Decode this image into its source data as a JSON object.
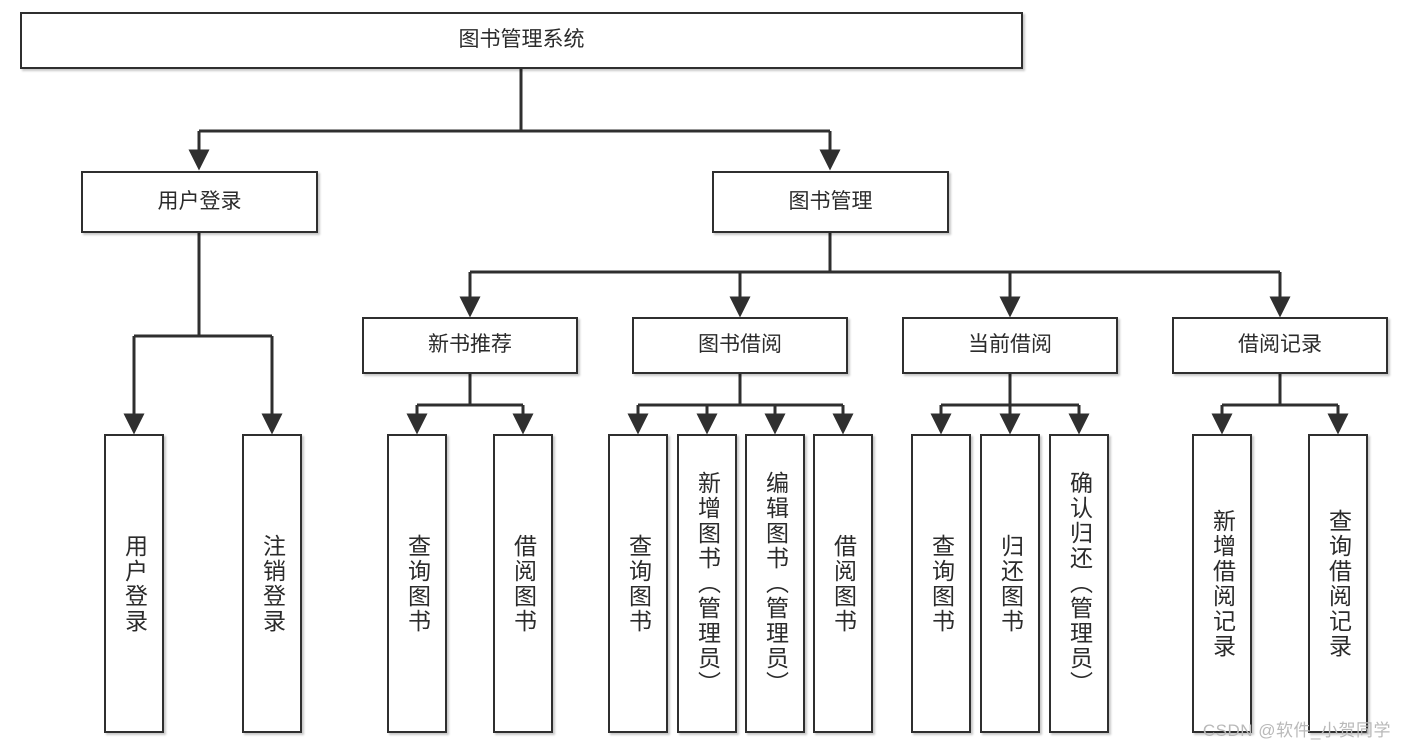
{
  "diagram": {
    "title": "图书管理系统",
    "watermark": "CSDN @软件_小贺同学",
    "colors": {
      "border": "#2f2f2f",
      "background": "#ffffff",
      "text": "#2b2b2b",
      "edge": "#2f2f2f",
      "watermark": "#b9b9b9"
    },
    "root": {
      "label": "图书管理系统"
    },
    "level2": [
      {
        "label": "用户登录"
      },
      {
        "label": "图书管理"
      }
    ],
    "level3": [
      {
        "label": "新书推荐"
      },
      {
        "label": "图书借阅"
      },
      {
        "label": "当前借阅"
      },
      {
        "label": "借阅记录"
      }
    ],
    "leaves": {
      "user_login": [
        {
          "label": "用户登录"
        },
        {
          "label": "注销登录"
        }
      ],
      "new_book": [
        {
          "label": "查询图书"
        },
        {
          "label": "借阅图书"
        }
      ],
      "book_borrow": [
        {
          "label": "查询图书"
        },
        {
          "label": "新增图书（管理员）"
        },
        {
          "label": "编辑图书（管理员）"
        },
        {
          "label": "借阅图书"
        }
      ],
      "current_borrow": [
        {
          "label": "查询图书"
        },
        {
          "label": "归还图书"
        },
        {
          "label": "确认归还（管理员）"
        }
      ],
      "borrow_record": [
        {
          "label": "新增借阅记录"
        },
        {
          "label": "查询借阅记录"
        }
      ]
    }
  }
}
